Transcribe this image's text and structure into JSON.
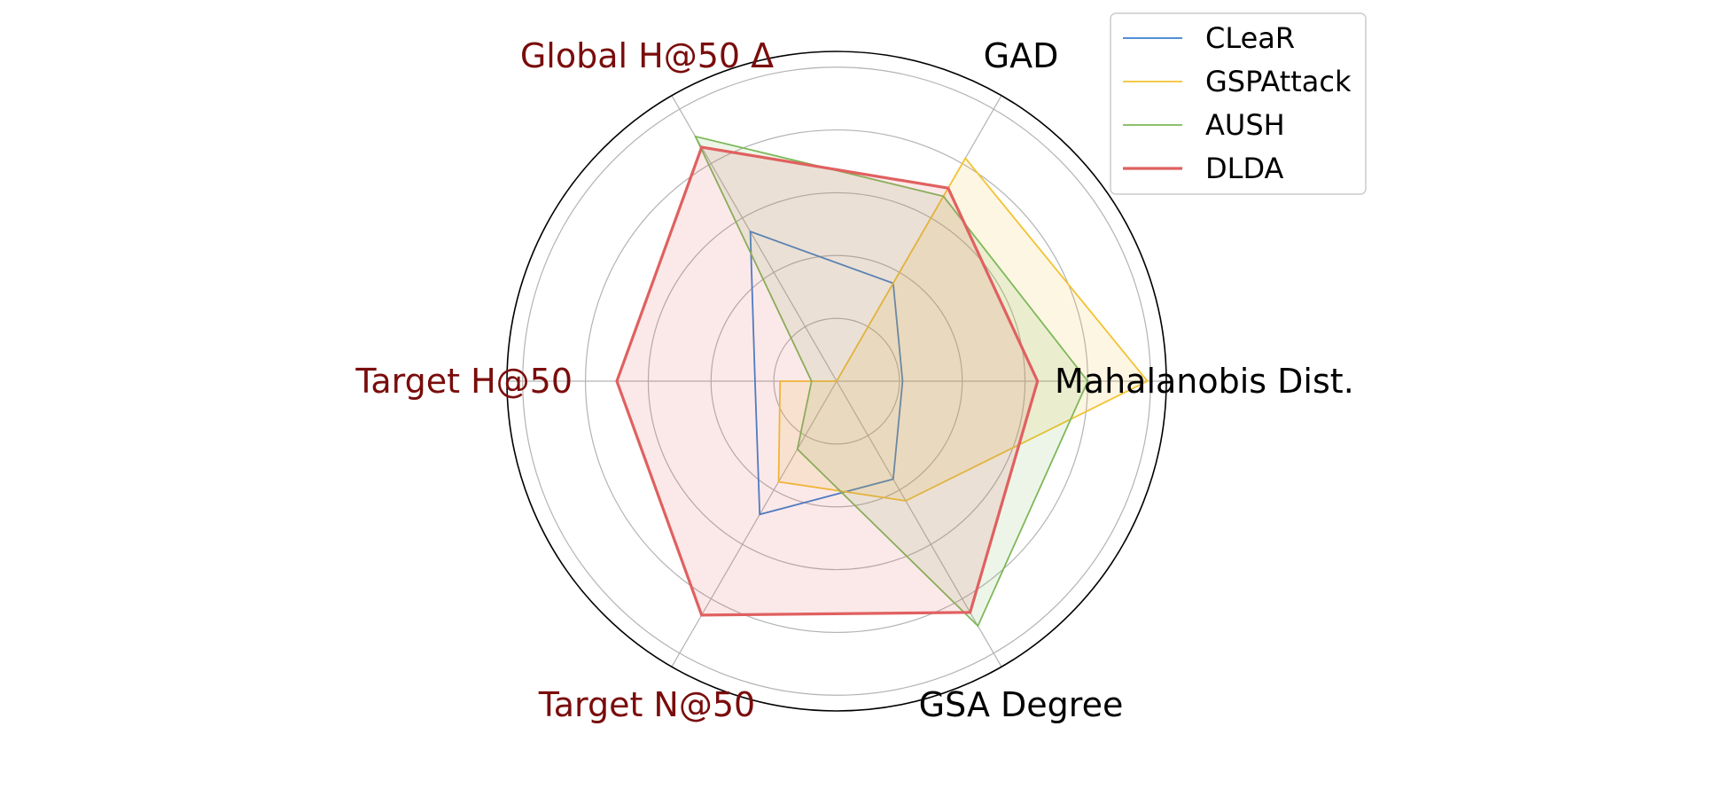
{
  "chart_data": {
    "type": "radar",
    "title": "",
    "axes": [
      {
        "label": "Mahalanobis Dist.",
        "color": "#000000"
      },
      {
        "label": "GAD",
        "color": "#000000"
      },
      {
        "label": "Global H@50 Δ",
        "color": "#7a0c0c"
      },
      {
        "label": "Target H@50",
        "color": "#7a0c0c"
      },
      {
        "label": "Target N@50",
        "color": "#7a0c0c"
      },
      {
        "label": "GSA Degree",
        "color": "#000000"
      }
    ],
    "rlim": [
      0,
      1.05
    ],
    "grid": true,
    "legend_position": "top-right",
    "series": [
      {
        "name": "CLeaR",
        "color": "#3a7fd0",
        "values": [
          0.21,
          0.36,
          0.55,
          0.26,
          0.49,
          0.36
        ],
        "fill": false
      },
      {
        "name": "GSPAttack",
        "color": "#f3c232",
        "values": [
          0.99,
          0.82,
          0.0,
          0.18,
          0.37,
          0.44
        ],
        "fill": true
      },
      {
        "name": "AUSH",
        "color": "#7db85a",
        "values": [
          0.8,
          0.68,
          0.9,
          0.08,
          0.25,
          0.9
        ],
        "fill": true
      },
      {
        "name": "DLDA",
        "color": "#e06060",
        "values": [
          0.64,
          0.71,
          0.86,
          0.7,
          0.86,
          0.85
        ],
        "fill": true
      }
    ]
  }
}
